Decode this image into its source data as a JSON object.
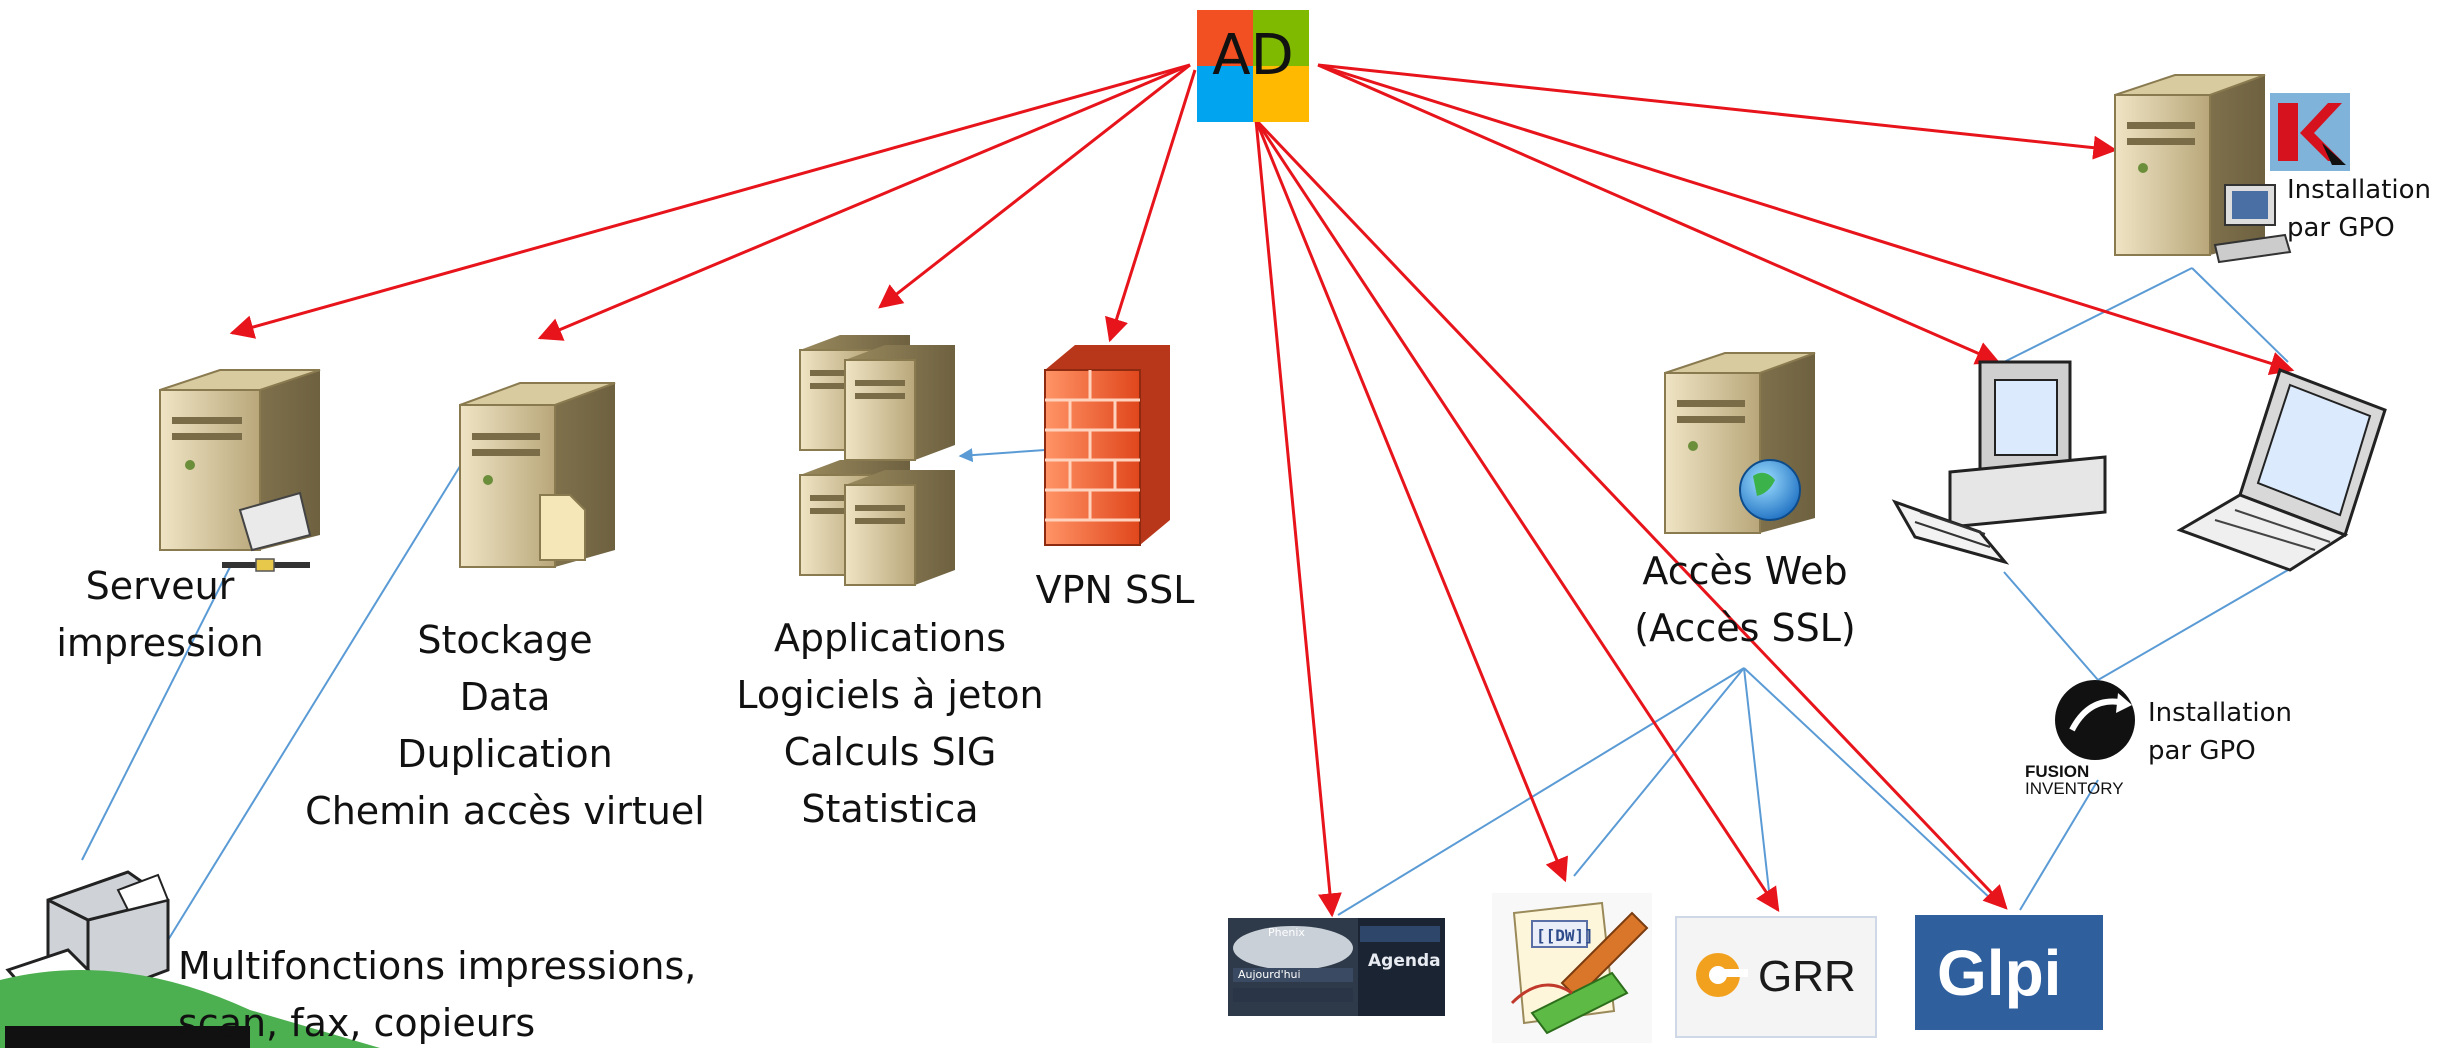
{
  "nodes": {
    "ad": {
      "text": "AD",
      "colors": {
        "red": "#f25022",
        "green": "#7fba00",
        "blue": "#00a4ef",
        "yellow": "#ffb900"
      }
    },
    "print_server": {
      "lines": [
        "Serveur",
        "impression"
      ]
    },
    "storage": {
      "lines": [
        "Stockage",
        "Data",
        "Duplication",
        "Chemin accès virtuel"
      ]
    },
    "applications": {
      "lines": [
        "Applications",
        "Logiciels à jeton",
        "Calculs SIG",
        "Statistica"
      ]
    },
    "vpn": {
      "lines": [
        "VPN SSL"
      ]
    },
    "web": {
      "lines": [
        "Accès Web",
        "(Accès SSL)"
      ]
    },
    "kaspersky": {
      "lines": [
        "Installation",
        "par GPO"
      ]
    },
    "fusion": {
      "lines": [
        "Installation",
        "par GPO"
      ],
      "logo_text": [
        "FUSION",
        "INVENTORY"
      ]
    },
    "mfp": {
      "lines": [
        "Multifonctions impressions,",
        "scan, fax, copieurs"
      ]
    },
    "phenix": {
      "logo_text": [
        "Phenix",
        "Aujourd'hui",
        "Agenda"
      ]
    },
    "grr": {
      "logo_text": "GRR"
    },
    "glpi": {
      "logo_text": "Glpi"
    },
    "dokuwiki": {
      "logo_text": "[[DW]]"
    }
  },
  "colors": {
    "arrow_red": "#e8141b",
    "link_blue": "#5b9bd5"
  },
  "icons": [
    "server-icon",
    "printer-icon",
    "server-rack-icon",
    "firewall-icon",
    "globe-icon",
    "desktop-pc-icon",
    "laptop-icon",
    "antivirus-icon",
    "fusion-inventory-icon",
    "agenda-icon",
    "dokuwiki-icon",
    "grr-icon",
    "glpi-icon"
  ]
}
